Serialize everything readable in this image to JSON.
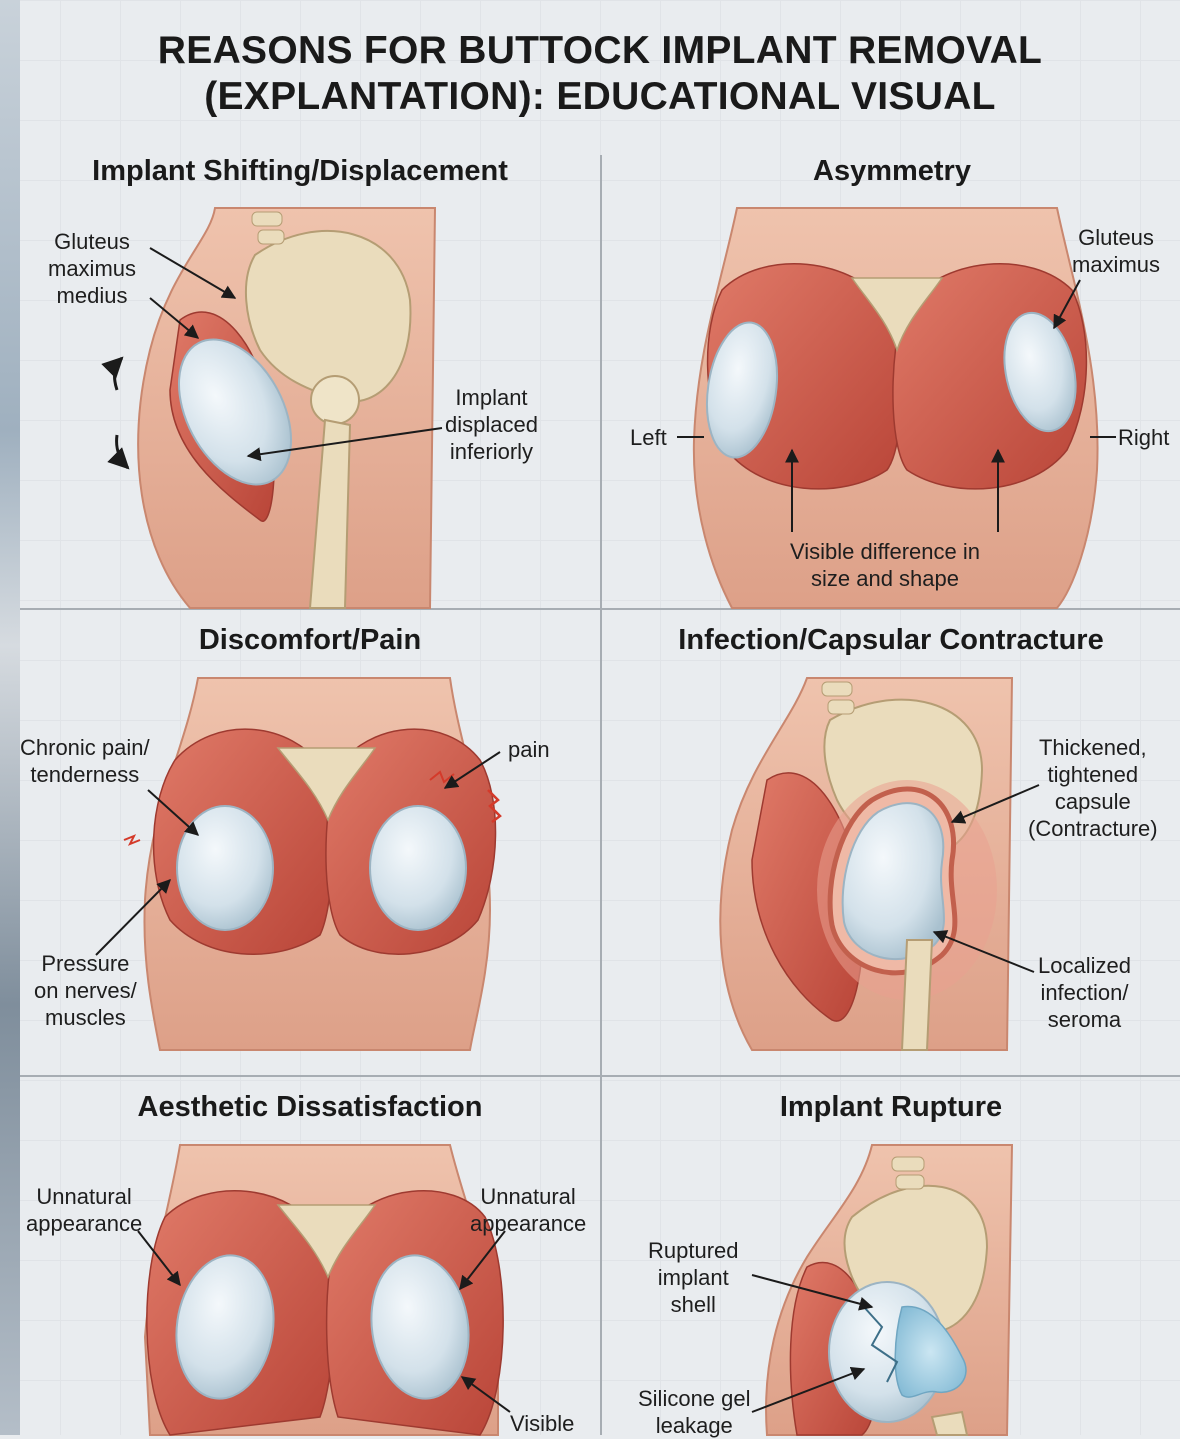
{
  "title": {
    "line1": "REASONS FOR BUTTOCK IMPLANT REMOVAL",
    "line2": "(EXPLANTATION): EDUCATIONAL VISUAL"
  },
  "panels": {
    "shifting": {
      "title": "Implant Shifting/Displacement",
      "label_muscle": [
        "Gluteus",
        "maximus",
        "medius"
      ],
      "label_displaced": [
        "Implant",
        "displaced",
        "inferiorly"
      ]
    },
    "asymmetry": {
      "title": "Asymmetry",
      "label_muscle": [
        "Gluteus",
        "maximus"
      ],
      "label_left": "Left",
      "label_right": "Right",
      "label_difference": [
        "Visible difference in",
        "size and shape"
      ]
    },
    "pain": {
      "title": "Discomfort/Pain",
      "label_chronic": [
        "Chronic pain/",
        "tenderness"
      ],
      "label_pain": "pain",
      "label_pressure": [
        "Pressure",
        "on nerves/",
        "muscles"
      ]
    },
    "infection": {
      "title": "Infection/Capsular Contracture",
      "label_capsule": [
        "Thickened,",
        "tightened",
        "capsule",
        "(Contracture)"
      ],
      "label_infection": [
        "Localized",
        "infection/",
        "seroma"
      ]
    },
    "aesthetic": {
      "title": "Aesthetic Dissatisfaction",
      "label_left": [
        "Unnatural",
        "appearance"
      ],
      "label_right": [
        "Unnatural",
        "appearance"
      ],
      "label_visible": "Visible"
    },
    "rupture": {
      "title": "Implant Rupture",
      "label_shell": [
        "Ruptured",
        "implant",
        "shell"
      ],
      "label_leak": [
        "Silicone gel",
        "leakage"
      ]
    }
  },
  "colors": {
    "skin": "#eab8a0",
    "skin_shade": "#d99a82",
    "muscle": "#c9564a",
    "muscle_light": "#e07a68",
    "bone": "#eadcbc",
    "implant": "#dbe7ee",
    "implant_edge": "#a9c1cf",
    "gel": "#9fcbe0",
    "line": "#1b1b1b"
  }
}
